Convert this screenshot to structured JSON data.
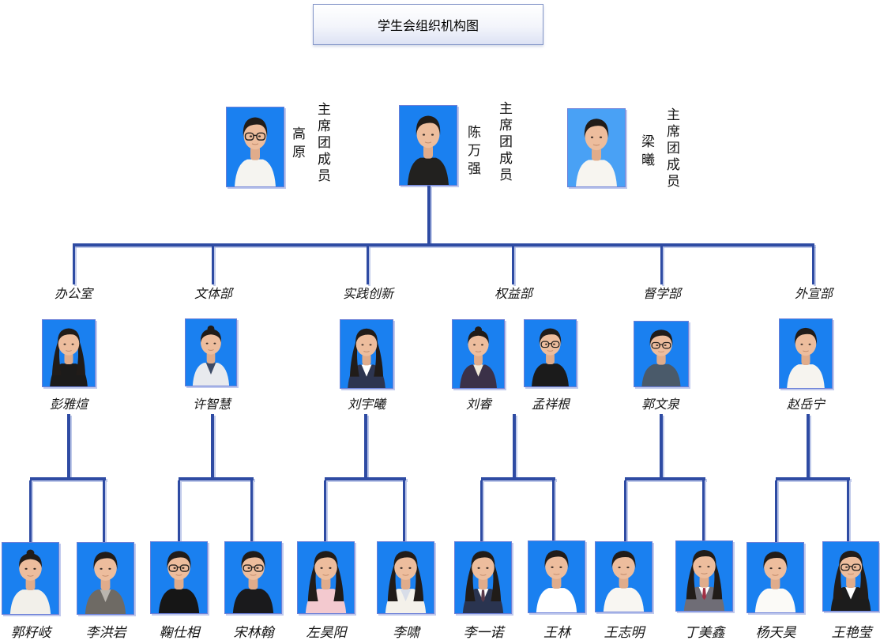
{
  "title": {
    "text": "学生会组织机构图"
  },
  "presidium": [
    {
      "name": "高原",
      "role": "主席团成员",
      "avatar": {
        "bg": "#1a80f0",
        "hair": "short",
        "glasses": true,
        "top": "#f5f4f0"
      }
    },
    {
      "name": "陈万强",
      "role": "主席团成员",
      "avatar": {
        "bg": "#1a80f0",
        "hair": "short",
        "glasses": false,
        "top": "#22211f"
      }
    },
    {
      "name": "梁曦",
      "role": "主席团成员",
      "avatar": {
        "bg": "#49a1f5",
        "hair": "short",
        "glasses": false,
        "top": "#f7f5f0"
      }
    }
  ],
  "departments": [
    {
      "label": "办公室",
      "leaders": [
        {
          "name": "彭雅煊",
          "avatar": {
            "bg": "#1a80f0",
            "hair": "long",
            "glasses": false,
            "top": "#1c1b1a"
          }
        }
      ],
      "members": [
        {
          "name": "郭籽岐",
          "avatar": {
            "bg": "#1a80f0",
            "hair": "updo",
            "glasses": false,
            "top": "#f2f0ea"
          }
        },
        {
          "name": "李洪岩",
          "avatar": {
            "bg": "#1a80f0",
            "hair": "short",
            "glasses": false,
            "top": "#6e6a64",
            "inner": "#b9b5ae"
          }
        }
      ]
    },
    {
      "label": "文体部",
      "leaders": [
        {
          "name": "许智慧",
          "avatar": {
            "bg": "#1a80f0",
            "hair": "updo",
            "glasses": false,
            "top": "#e8eaee",
            "inner": "#3c4a66"
          }
        }
      ],
      "members": [
        {
          "name": "鞠仕相",
          "avatar": {
            "bg": "#1a80f0",
            "hair": "short",
            "glasses": true,
            "top": "#161616"
          }
        },
        {
          "name": "宋林翰",
          "avatar": {
            "bg": "#1a80f0",
            "hair": "short",
            "glasses": true,
            "top": "#1a1a1c"
          }
        }
      ]
    },
    {
      "label": "实践创新",
      "leaders": [
        {
          "name": "刘宇曦",
          "avatar": {
            "bg": "#1a80f0",
            "hair": "long",
            "glasses": false,
            "top": "#2d3550",
            "inner": "#ffffff"
          }
        }
      ],
      "members": [
        {
          "name": "左昊阳",
          "avatar": {
            "bg": "#1a80f0",
            "hair": "long",
            "glasses": false,
            "top": "#f3c9cf"
          }
        },
        {
          "name": "李啸",
          "avatar": {
            "bg": "#1a80f0",
            "hair": "long",
            "glasses": false,
            "top": "#f4f1ea",
            "inner": "#d8dde8"
          }
        }
      ]
    },
    {
      "label": "权益部",
      "leaders": [
        {
          "name": "刘睿",
          "avatar": {
            "bg": "#1a80f0",
            "hair": "updo",
            "glasses": false,
            "top": "#3b3148",
            "inner": "#f2ead8"
          }
        },
        {
          "name": "孟祥根",
          "avatar": {
            "bg": "#1a80f0",
            "hair": "short",
            "glasses": true,
            "top": "#1b1b1b"
          }
        }
      ],
      "members": [
        {
          "name": "李一诺",
          "avatar": {
            "bg": "#1a80f0",
            "hair": "long",
            "glasses": false,
            "top": "#2a3450",
            "inner": "#ffffff",
            "tie": "#5a3a4a"
          }
        },
        {
          "name": "王林",
          "avatar": {
            "bg": "#1a80f0",
            "hair": "short",
            "glasses": false,
            "top": "#ffffff"
          }
        }
      ]
    },
    {
      "label": "督学部",
      "leaders": [
        {
          "name": "郭文泉",
          "avatar": {
            "bg": "#1a80f0",
            "hair": "short",
            "glasses": true,
            "top": "#4a5a6a"
          }
        }
      ],
      "members": [
        {
          "name": "王志明",
          "avatar": {
            "bg": "#1a80f0",
            "hair": "short",
            "glasses": false,
            "top": "#f8f6f2"
          }
        },
        {
          "name": "丁美鑫",
          "avatar": {
            "bg": "#1a80f0",
            "hair": "long",
            "glasses": false,
            "top": "#6f6d76",
            "inner": "#ffffff",
            "tie": "#a03045"
          }
        }
      ]
    },
    {
      "label": "外宣部",
      "leaders": [
        {
          "name": "赵岳宁",
          "avatar": {
            "bg": "#1a80f0",
            "hair": "short",
            "glasses": false,
            "top": "#f6f4ef"
          }
        }
      ],
      "members": [
        {
          "name": "杨天昊",
          "avatar": {
            "bg": "#1a80f0",
            "hair": "short",
            "glasses": false,
            "top": "#fbfaf7"
          }
        },
        {
          "name": "王艳莹",
          "avatar": {
            "bg": "#1a80f0",
            "hair": "long",
            "glasses": true,
            "top": "#1c1c1c",
            "inner": "#ffffff"
          }
        }
      ]
    }
  ],
  "colors": {
    "connector": "#2e4ba3",
    "connector_highlight": "#8296d6",
    "photo_background": "#1a80f0",
    "title_border": "#8496c8"
  }
}
